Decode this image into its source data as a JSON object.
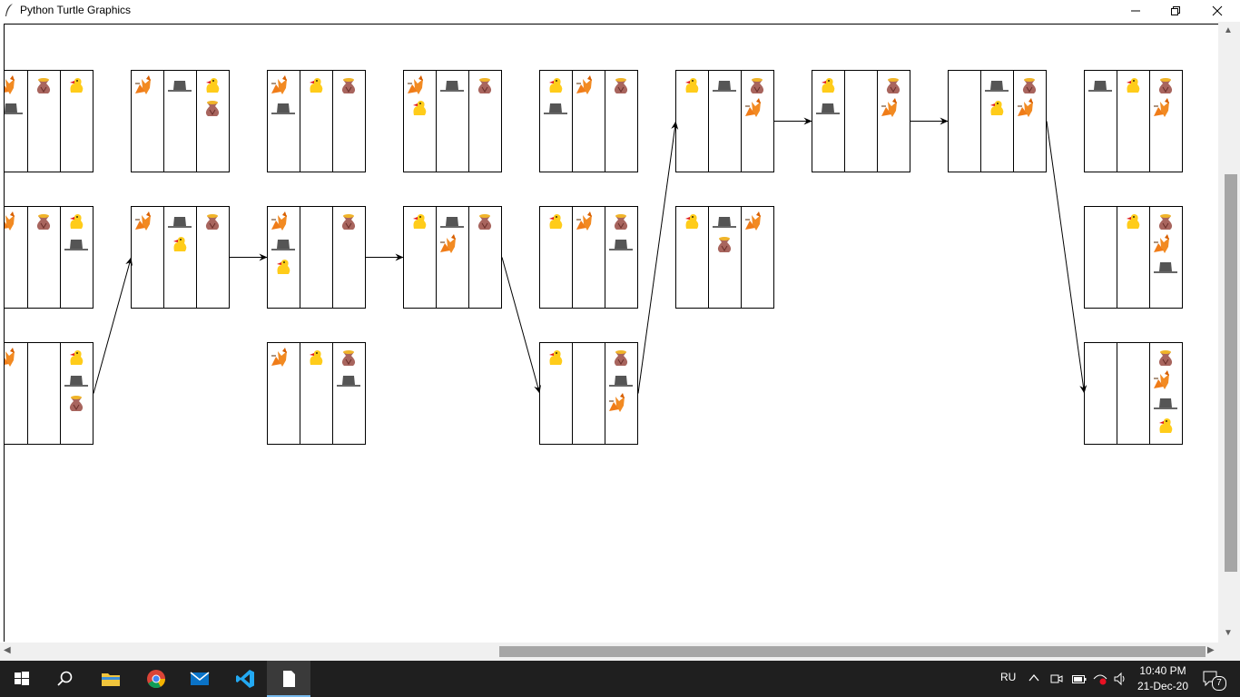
{
  "window": {
    "title": "Python Turtle Graphics",
    "controls": [
      "minimize-icon",
      "restore-icon",
      "close-icon"
    ]
  },
  "diagram": {
    "cell_columns": 3,
    "item_icons": {
      "fox": "fox-icon",
      "hen": "hen-icon",
      "sack": "grain-sack-icon",
      "hat": "hat-icon"
    },
    "states": [
      {
        "id": "c0r0",
        "col": 0,
        "row": 0,
        "bank": [
          [
            "fox",
            "hat"
          ],
          [
            "sack"
          ],
          [
            "hen"
          ]
        ]
      },
      {
        "id": "c0r1",
        "col": 0,
        "row": 1,
        "bank": [
          [
            "fox"
          ],
          [
            "sack"
          ],
          [
            "hen",
            "hat"
          ]
        ]
      },
      {
        "id": "c0r2",
        "col": 0,
        "row": 2,
        "bank": [
          [
            "fox"
          ],
          [],
          [
            "hen",
            "hat",
            "sack"
          ]
        ]
      },
      {
        "id": "c1r0",
        "col": 1,
        "row": 0,
        "bank": [
          [
            "fox"
          ],
          [
            "hat"
          ],
          [
            "hen",
            "sack"
          ]
        ]
      },
      {
        "id": "c1r1",
        "col": 1,
        "row": 1,
        "bank": [
          [
            "fox"
          ],
          [
            "hat",
            "hen"
          ],
          [
            "sack"
          ]
        ]
      },
      {
        "id": "c2r0",
        "col": 2,
        "row": 0,
        "bank": [
          [
            "fox",
            "hat"
          ],
          [
            "hen"
          ],
          [
            "sack"
          ]
        ]
      },
      {
        "id": "c2r1",
        "col": 2,
        "row": 1,
        "bank": [
          [
            "fox",
            "hat",
            "hen"
          ],
          [],
          [
            "sack"
          ]
        ]
      },
      {
        "id": "c2r2",
        "col": 2,
        "row": 2,
        "bank": [
          [
            "fox"
          ],
          [
            "hen"
          ],
          [
            "sack",
            "hat"
          ]
        ]
      },
      {
        "id": "c3r0",
        "col": 3,
        "row": 0,
        "bank": [
          [
            "fox",
            "hen"
          ],
          [
            "hat"
          ],
          [
            "sack"
          ]
        ]
      },
      {
        "id": "c3r1",
        "col": 3,
        "row": 1,
        "bank": [
          [
            "hen"
          ],
          [
            "hat",
            "fox"
          ],
          [
            "sack"
          ]
        ]
      },
      {
        "id": "c4r0",
        "col": 4,
        "row": 0,
        "bank": [
          [
            "hen",
            "hat"
          ],
          [
            "fox"
          ],
          [
            "sack"
          ]
        ]
      },
      {
        "id": "c4r1",
        "col": 4,
        "row": 1,
        "bank": [
          [
            "hen"
          ],
          [
            "fox"
          ],
          [
            "sack",
            "hat"
          ]
        ]
      },
      {
        "id": "c4r2",
        "col": 4,
        "row": 2,
        "bank": [
          [
            "hen"
          ],
          [],
          [
            "sack",
            "hat",
            "fox"
          ]
        ]
      },
      {
        "id": "c5r0",
        "col": 5,
        "row": 0,
        "bank": [
          [
            "hen"
          ],
          [
            "hat"
          ],
          [
            "sack",
            "fox"
          ]
        ]
      },
      {
        "id": "c5r1",
        "col": 5,
        "row": 1,
        "bank": [
          [
            "hen"
          ],
          [
            "hat",
            "sack"
          ],
          [
            "fox"
          ]
        ]
      },
      {
        "id": "c6r0",
        "col": 6,
        "row": 0,
        "bank": [
          [
            "hen",
            "hat"
          ],
          [],
          [
            "sack",
            "fox"
          ]
        ]
      },
      {
        "id": "c7r0",
        "col": 7,
        "row": 0,
        "bank": [
          [],
          [
            "hat",
            "hen"
          ],
          [
            "sack",
            "fox"
          ]
        ]
      },
      {
        "id": "c8r0",
        "col": 8,
        "row": 0,
        "bank": [
          [
            "hat"
          ],
          [
            "hen"
          ],
          [
            "sack",
            "fox"
          ]
        ]
      },
      {
        "id": "c8r1",
        "col": 8,
        "row": 1,
        "bank": [
          [],
          [
            "hen"
          ],
          [
            "sack",
            "fox",
            "hat"
          ]
        ]
      },
      {
        "id": "c8r2",
        "col": 8,
        "row": 2,
        "bank": [
          [],
          [],
          [
            "sack",
            "fox",
            "hat",
            "hen"
          ]
        ]
      }
    ],
    "transitions": [
      [
        "c0r2",
        "c1r1"
      ],
      [
        "c1r1",
        "c2r1"
      ],
      [
        "c2r1",
        "c3r1"
      ],
      [
        "c3r1",
        "c4r2"
      ],
      [
        "c4r2",
        "c5r0"
      ],
      [
        "c5r0",
        "c6r0"
      ],
      [
        "c6r0",
        "c7r0"
      ],
      [
        "c7r0",
        "c8r2"
      ]
    ]
  },
  "taskbar": {
    "apps": [
      "windows-start-icon",
      "search-icon",
      "file-explorer-icon",
      "chrome-icon",
      "mail-icon",
      "vscode-icon",
      "python-turtle-window-icon"
    ],
    "language": "RU",
    "time": "10:40 PM",
    "date": "21-Dec-20",
    "notification_count": "7"
  }
}
